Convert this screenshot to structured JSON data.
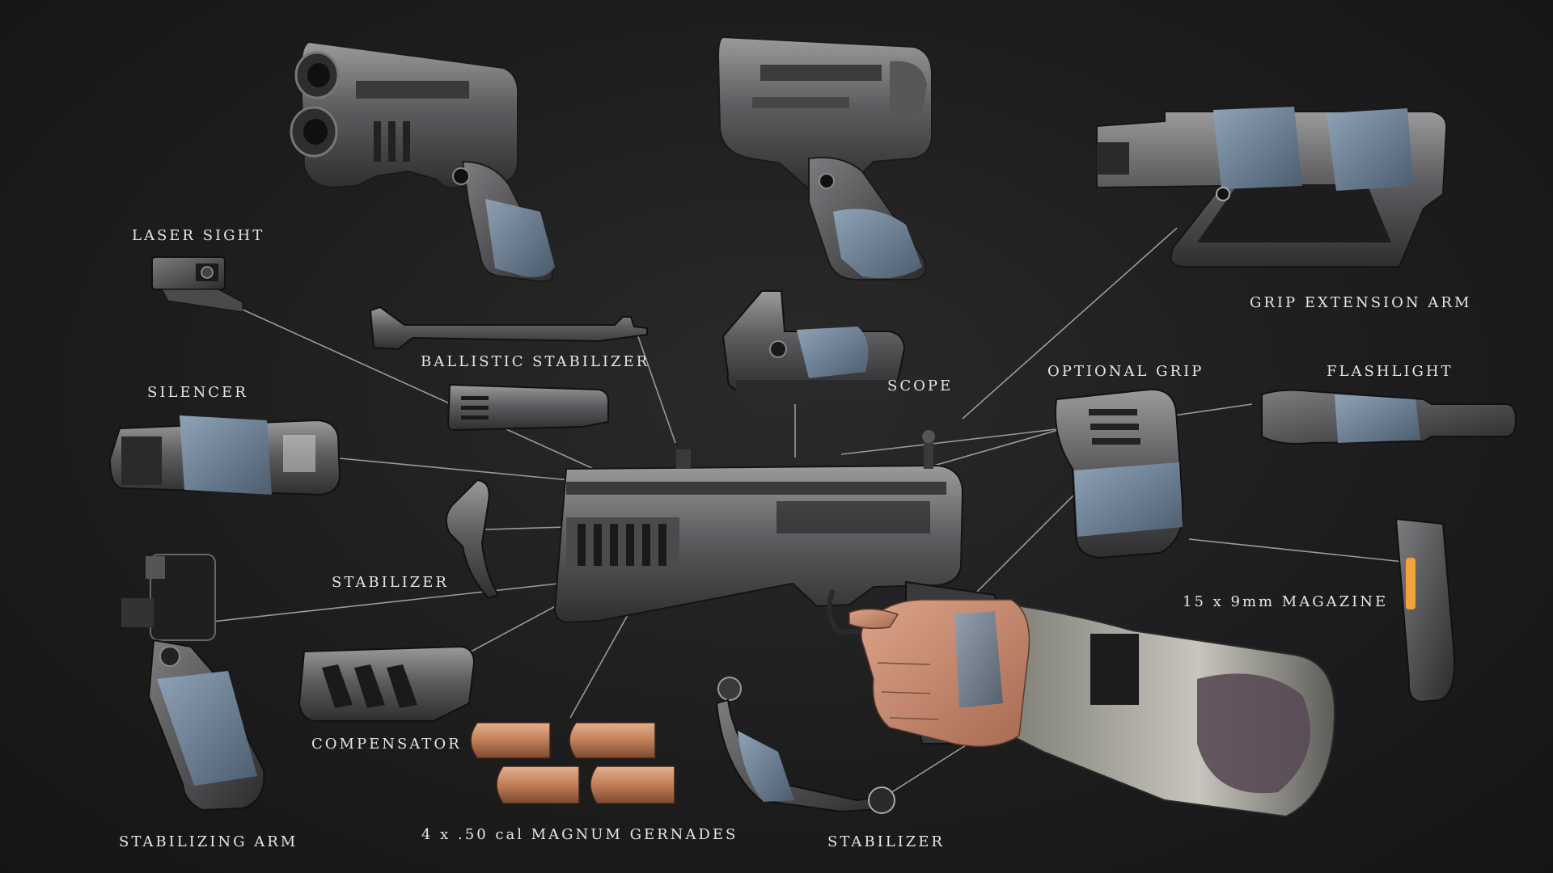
{
  "labels": {
    "laser_sight": "LASER SIGHT",
    "ballistic_stabilizer": "BALLISTIC STABILIZER",
    "silencer": "SILENCER",
    "stabilizer_left": "STABILIZER",
    "stabilizing_arm": "STABILIZING ARM",
    "compensator": "COMPENSATOR",
    "grenades": "4 x .50 cal MAGNUM GERNADES",
    "stabilizer_bottom": "STABILIZER",
    "scope": "SCOPE",
    "optional_grip": "OPTIONAL GRIP",
    "flashlight": "FLASHLIGHT",
    "grip_extension_arm": "GRIP EXTENSION ARM",
    "magazine": "15 x 9mm MAGAZINE"
  },
  "colors": {
    "background": "#1d1d1e",
    "text": "#e6e6e6",
    "leader_line": "#9a9a9a",
    "metal_light": "#8e8e90",
    "metal_dark": "#3a3a3c",
    "tape": "#6f8296",
    "skin": "#c98f74",
    "bullet": "#c98a62",
    "magazine_led": "#f2a23a"
  }
}
